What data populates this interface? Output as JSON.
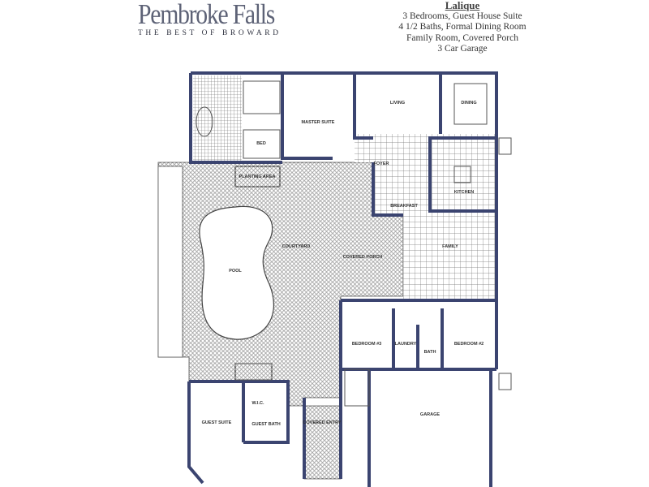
{
  "logo": {
    "name": "Pembroke Falls",
    "tagline": "THE BEST OF BROWARD"
  },
  "model": {
    "name": "Lalique",
    "features": [
      "3 Bedrooms, Guest House Suite",
      "4 1/2 Baths, Formal Dining Room",
      "Family Room, Covered Porch",
      "3 Car Garage"
    ]
  },
  "rooms": {
    "master_suite": "MASTER SUITE",
    "living": "LIVING",
    "dining": "DINING",
    "foyer": "FOYER",
    "kitchen": "KITCHEN",
    "breakfast": "BREAKFAST",
    "family": "FAMILY",
    "courtyard": "COURTYARD",
    "pool": "POOL",
    "covered_porch": "COVERED PORCH",
    "bedroom3": "BEDROOM #3",
    "bedroom2": "BEDROOM #2",
    "laundry": "LAUNDRY",
    "bath": "BATH",
    "garage": "GARAGE",
    "guest_suite": "GUEST SUITE",
    "guest_bath": "GUEST BATH",
    "wic": "W.I.C.",
    "covered_entry": "COVERED ENTRY",
    "planting_area": "PLANTING AREA",
    "bed": "BED"
  },
  "colors": {
    "wall": "#3b4470",
    "line": "#555",
    "paper": "#ffffff"
  }
}
